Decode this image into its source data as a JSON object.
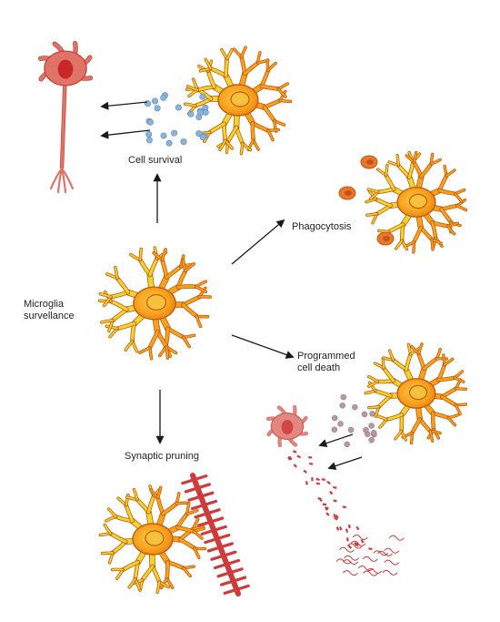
{
  "labels": {
    "cell_survival": "Cell survival",
    "phagocytosis": "Phagocytosis",
    "microglia_line1": "Microglia",
    "microglia_line2": "survellance",
    "programmed_line1": "Programmed",
    "programmed_line2": "cell death",
    "synaptic_pruning": "Synaptic pruning"
  },
  "colors": {
    "microglia_body": "#f7a21b",
    "microglia_outline": "#c45b12",
    "microglia_branch_light": "#f2d52c",
    "nucleus": "#f6c23c",
    "neuron": "#e07368",
    "neuron_outline": "#c2453c",
    "neuron_nucleus": "#c82828",
    "dendrite": "#cf3a3a",
    "vesicle": "#8db3dc",
    "debris_dot": "#b79aa0",
    "arrow": "#1a1a1a"
  }
}
